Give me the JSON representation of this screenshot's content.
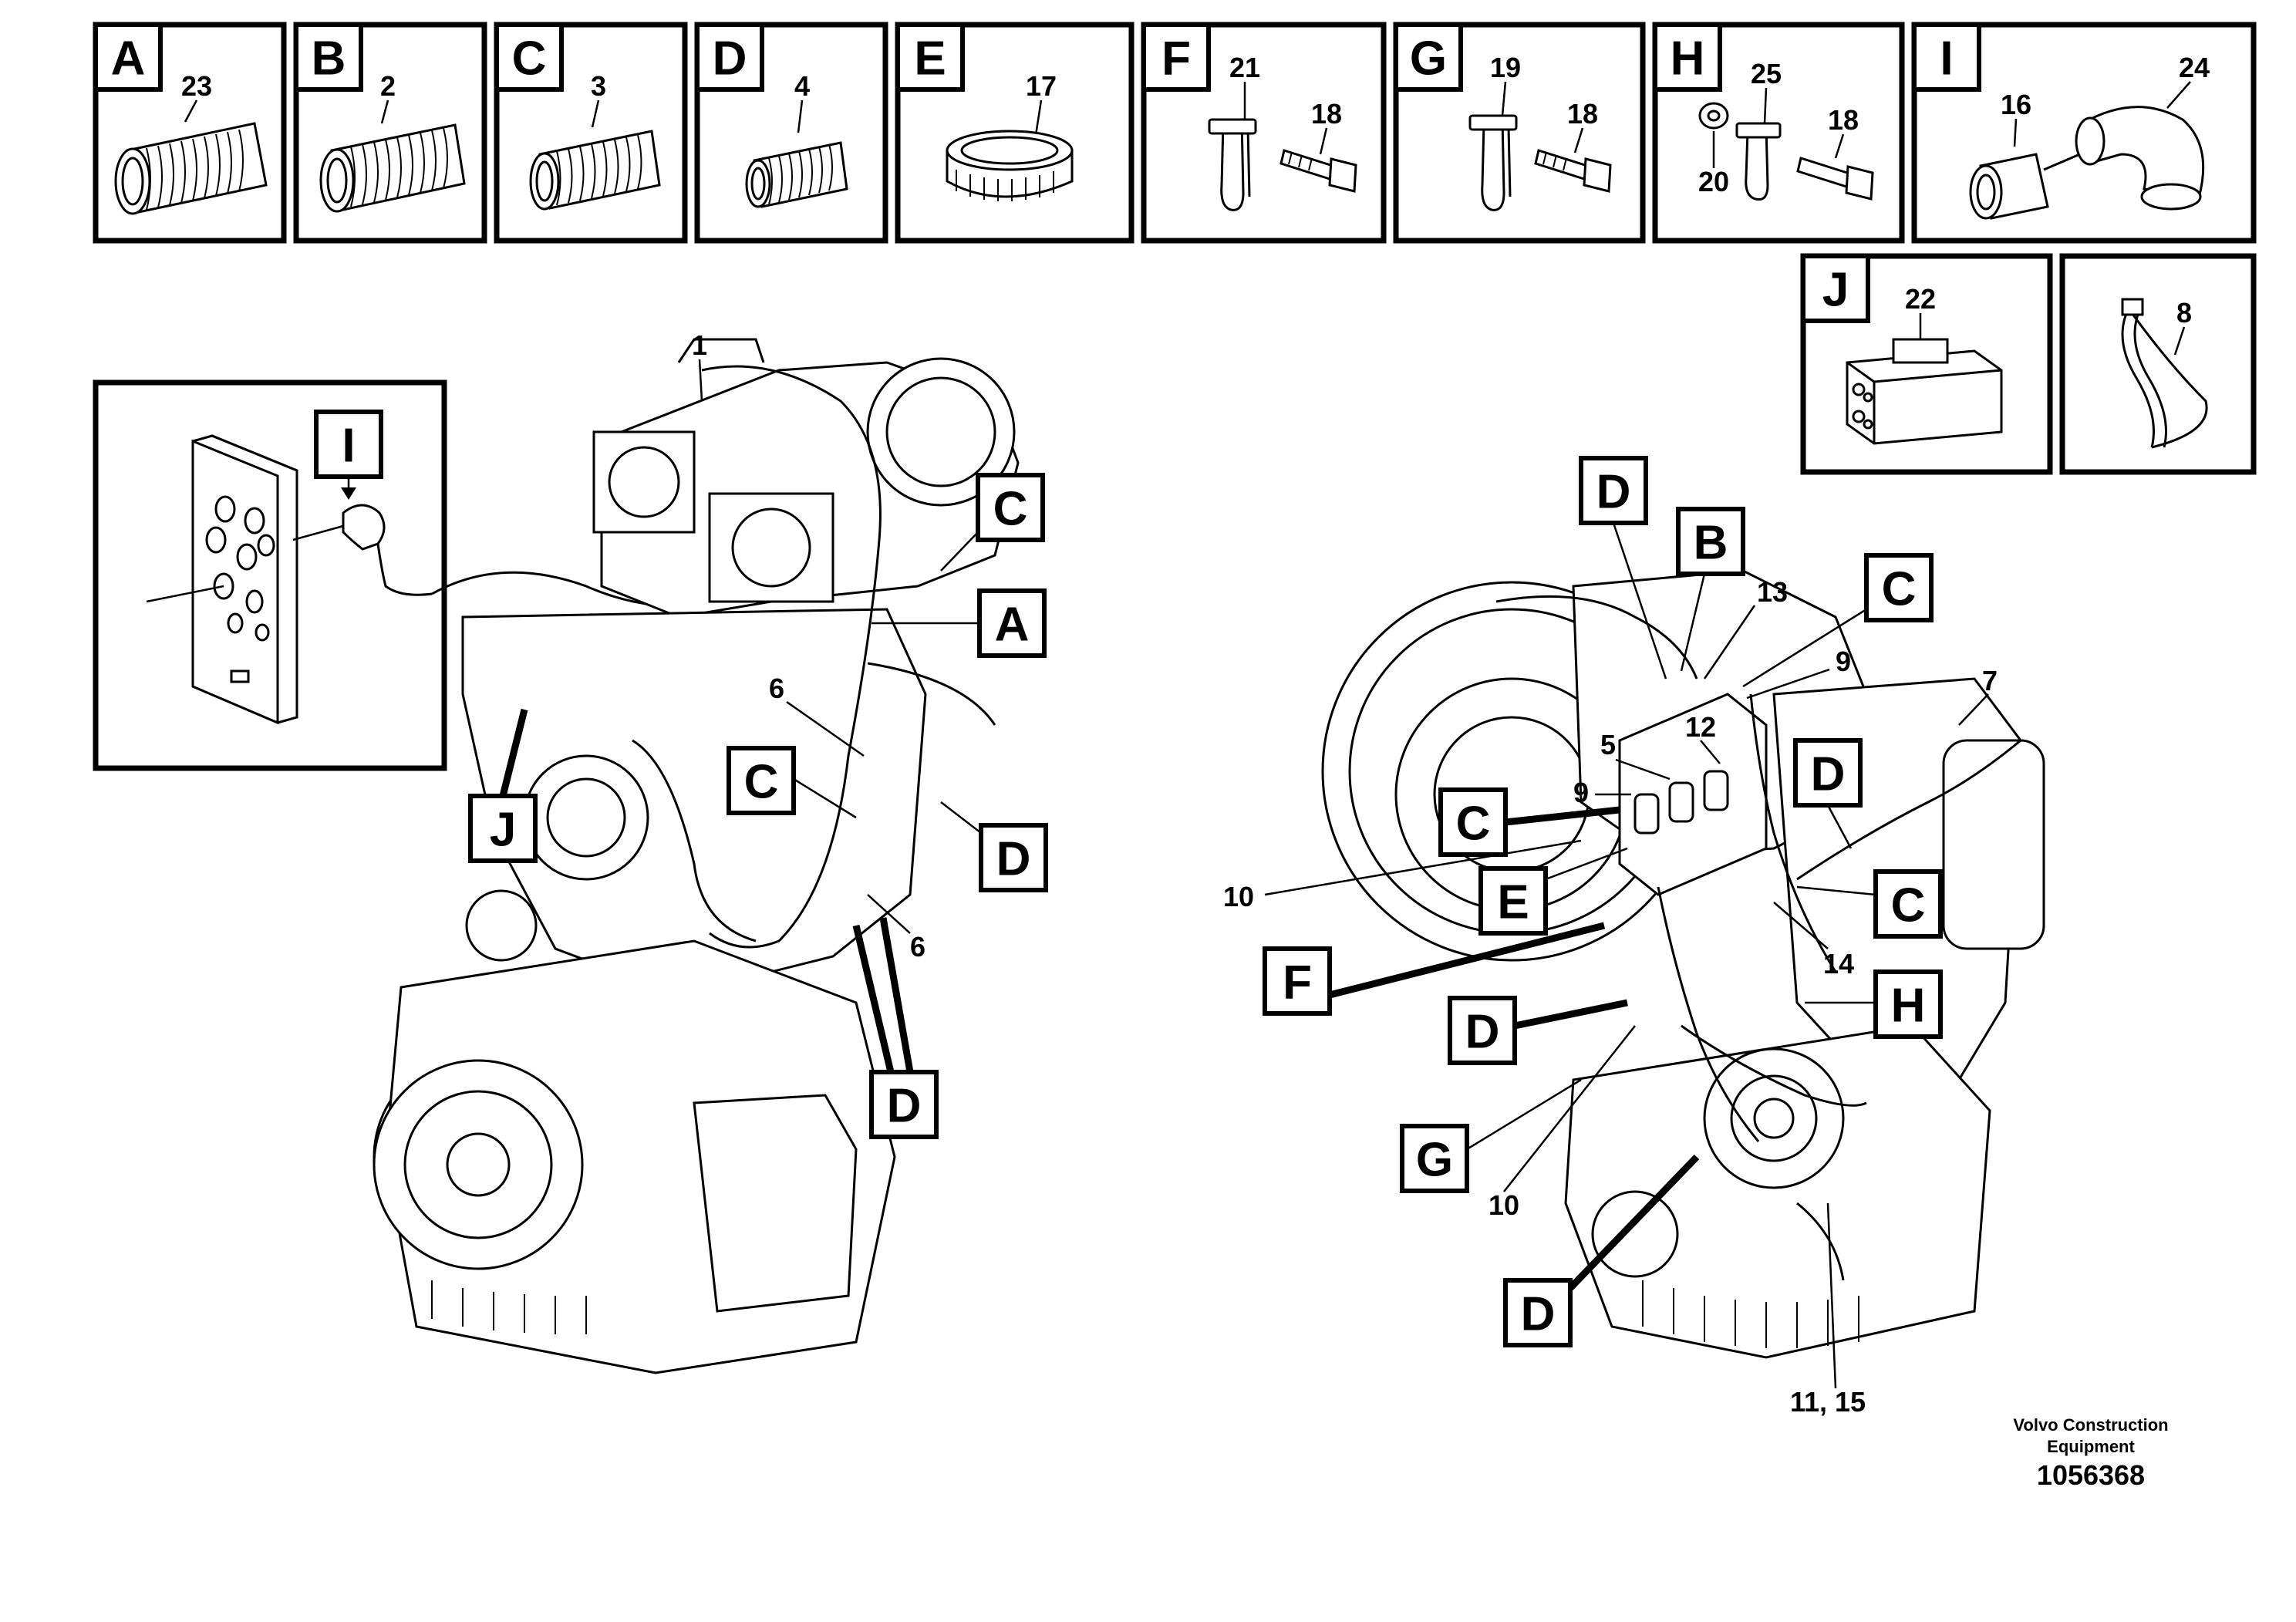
{
  "panels": [
    {
      "letter": "A",
      "part": "23",
      "item": "hose-corrugated"
    },
    {
      "letter": "B",
      "part": "2",
      "item": "hose-corrugated"
    },
    {
      "letter": "C",
      "part": "3",
      "item": "hose-corrugated"
    },
    {
      "letter": "D",
      "part": "4",
      "item": "hose-corrugated"
    },
    {
      "letter": "E",
      "part": "17",
      "item": "cap-nut"
    },
    {
      "letter": "F",
      "parts": [
        "21",
        "18"
      ],
      "item": "clamp-screw"
    },
    {
      "letter": "G",
      "parts": [
        "19",
        "18"
      ],
      "item": "clamp-screw"
    },
    {
      "letter": "H",
      "parts": [
        "25",
        "18",
        "20"
      ],
      "item": "clamp-washer-screw"
    },
    {
      "letter": "I",
      "parts": [
        "16",
        "24"
      ],
      "item": "elbow-sleeve"
    },
    {
      "letter": "J",
      "part": "22",
      "item": "connector"
    },
    {
      "letter": "",
      "part": "8",
      "item": "cable-tie"
    }
  ],
  "left_view": {
    "detail_tag": "I",
    "tags": [
      "C",
      "A",
      "C",
      "D",
      "J",
      "D"
    ],
    "numbers": [
      "1",
      "6",
      "6"
    ]
  },
  "right_view": {
    "tags": [
      "D",
      "B",
      "C",
      "D",
      "C",
      "E",
      "C",
      "F",
      "D",
      "H",
      "G",
      "D"
    ],
    "numbers": [
      "13",
      "9",
      "12",
      "5",
      "9",
      "7",
      "10",
      "14",
      "10",
      "11, 15"
    ]
  },
  "footer": {
    "company_line1": "Volvo Construction",
    "company_line2": "Equipment",
    "doc_number": "1056368"
  }
}
